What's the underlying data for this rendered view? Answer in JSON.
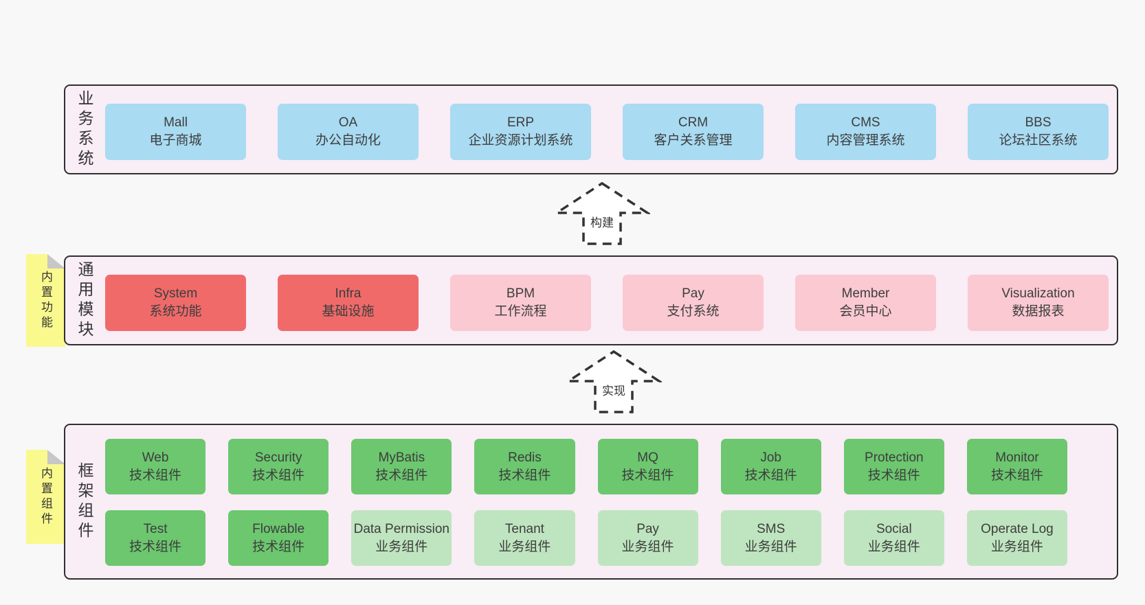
{
  "colors": {
    "page_bg": "#f8f8f8",
    "panel_bg": "#f9edf6",
    "panel_border": "#2f2f2f",
    "blue": "#a9dbf2",
    "red": "#f06a6a",
    "pink": "#fbc9d2",
    "green": "#6cc76f",
    "light_green": "#bee5bf",
    "sticky_bg": "#f9f98e",
    "fold": "#c7c7c7",
    "text": "#3b3b3b"
  },
  "sections": {
    "business": {
      "side_label": "业务系统",
      "items": [
        {
          "name": "Mall",
          "desc": "电子商城",
          "color": "blue"
        },
        {
          "name": "OA",
          "desc": "办公自动化",
          "color": "blue"
        },
        {
          "name": "ERP",
          "desc": "企业资源计划系统",
          "color": "blue"
        },
        {
          "name": "CRM",
          "desc": "客户关系管理",
          "color": "blue"
        },
        {
          "name": "CMS",
          "desc": "内容管理系统",
          "color": "blue"
        },
        {
          "name": "BBS",
          "desc": "论坛社区系统",
          "color": "blue"
        }
      ]
    },
    "arrow_build": {
      "label": "构建"
    },
    "modules": {
      "side_label": "通用模块",
      "sticky": "内置功能",
      "items": [
        {
          "name": "System",
          "desc": "系统功能",
          "color": "red"
        },
        {
          "name": "Infra",
          "desc": "基础设施",
          "color": "red"
        },
        {
          "name": "BPM",
          "desc": "工作流程",
          "color": "pink"
        },
        {
          "name": "Pay",
          "desc": "支付系统",
          "color": "pink"
        },
        {
          "name": "Member",
          "desc": "会员中心",
          "color": "pink"
        },
        {
          "name": "Visualization",
          "desc": "数据报表",
          "color": "pink"
        }
      ]
    },
    "arrow_implement": {
      "label": "实现"
    },
    "components": {
      "side_label": "框架组件",
      "sticky": "内置组件",
      "rows": [
        [
          {
            "name": "Web",
            "desc": "技术组件",
            "color": "green"
          },
          {
            "name": "Security",
            "desc": "技术组件",
            "color": "green"
          },
          {
            "name": "MyBatis",
            "desc": "技术组件",
            "color": "green"
          },
          {
            "name": "Redis",
            "desc": "技术组件",
            "color": "green"
          },
          {
            "name": "MQ",
            "desc": "技术组件",
            "color": "green"
          },
          {
            "name": "Job",
            "desc": "技术组件",
            "color": "green"
          },
          {
            "name": "Protection",
            "desc": "技术组件",
            "color": "green"
          },
          {
            "name": "Monitor",
            "desc": "技术组件",
            "color": "green"
          }
        ],
        [
          {
            "name": "Test",
            "desc": "技术组件",
            "color": "green"
          },
          {
            "name": "Flowable",
            "desc": "技术组件",
            "color": "green"
          },
          {
            "name": "Data Permission",
            "desc": "业务组件",
            "color": "light_green"
          },
          {
            "name": "Tenant",
            "desc": "业务组件",
            "color": "light_green"
          },
          {
            "name": "Pay",
            "desc": "业务组件",
            "color": "light_green"
          },
          {
            "name": "SMS",
            "desc": "业务组件",
            "color": "light_green"
          },
          {
            "name": "Social",
            "desc": "业务组件",
            "color": "light_green"
          },
          {
            "name": "Operate Log",
            "desc": "业务组件",
            "color": "light_green"
          }
        ]
      ]
    }
  }
}
